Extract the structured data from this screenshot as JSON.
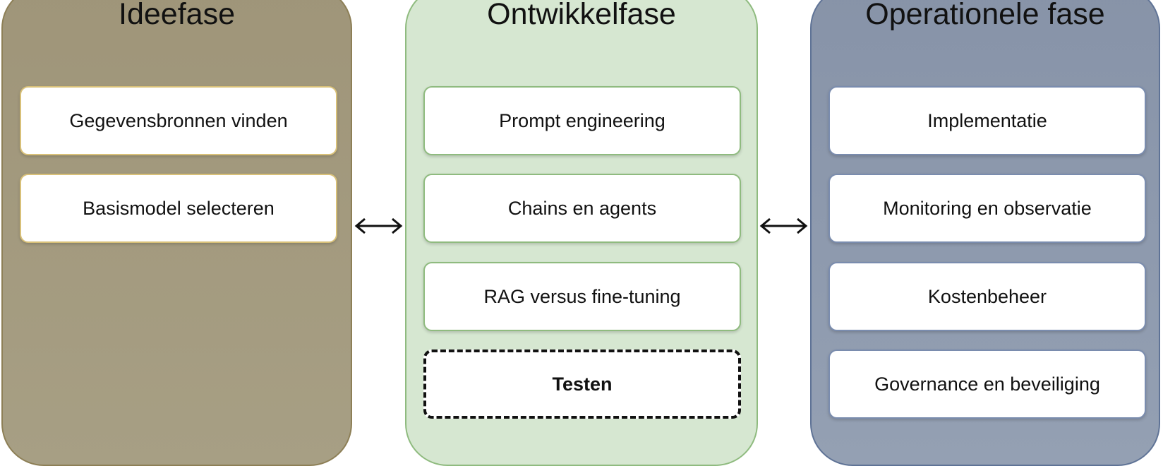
{
  "phases": [
    {
      "title": "Ideefase",
      "steps": [
        "Gegevensbronnen vinden",
        "Basismodel selecteren"
      ]
    },
    {
      "title": "Ontwikkelfase",
      "steps": [
        "Prompt engineering",
        "Chains en agents",
        "RAG versus fine-tuning",
        "Testen"
      ]
    },
    {
      "title": "Operationele fase",
      "steps": [
        "Implementatie",
        "Monitoring en observatie",
        "Kostenbeheer",
        "Governance en beveiliging"
      ]
    }
  ],
  "connectors": [
    "bidirectional-arrow",
    "bidirectional-arrow"
  ],
  "colors": {
    "ideefase_fill": "#a39a7e",
    "ontwikkelfase_fill": "#d6e7d1",
    "operationele_fill": "#8d99ad",
    "dashed_border": "#111111"
  }
}
